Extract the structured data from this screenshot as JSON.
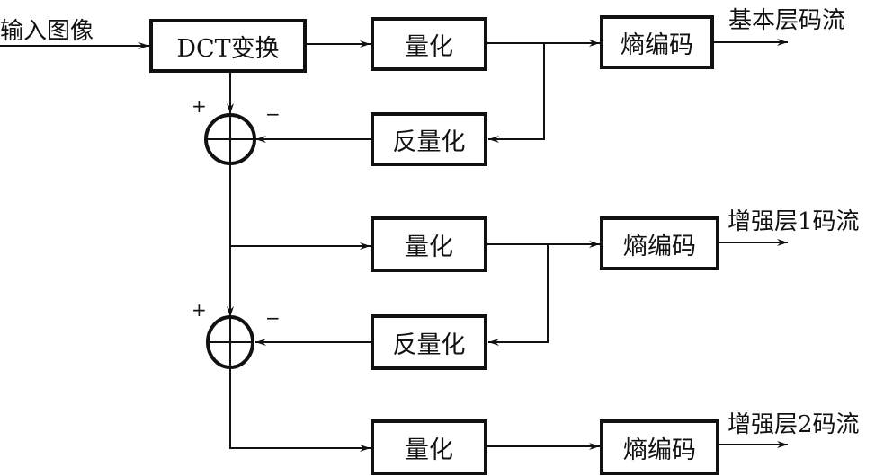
{
  "diagram": {
    "input_label": "输入图像",
    "blocks": {
      "dct": "DCT变换",
      "quant1": "量化",
      "entropy1": "熵编码",
      "dequant1": "反量化",
      "quant2": "量化",
      "entropy2": "熵编码",
      "dequant2": "反量化",
      "quant3": "量化",
      "entropy3": "熵编码"
    },
    "outputs": {
      "base": "基本层码流",
      "enh1": "增强层1码流",
      "enh2": "增强层2码流"
    },
    "signs": {
      "plus": "+",
      "minus": "−"
    },
    "edges": [
      [
        "input",
        "dct"
      ],
      [
        "dct",
        "quant1"
      ],
      [
        "quant1",
        "entropy1"
      ],
      [
        "entropy1",
        "base"
      ],
      [
        "quant1",
        "dequant1"
      ],
      [
        "dct",
        "sum1(+)"
      ],
      [
        "dequant1",
        "sum1(-)"
      ],
      [
        "sum1",
        "quant2"
      ],
      [
        "quant2",
        "entropy2"
      ],
      [
        "entropy2",
        "enh1"
      ],
      [
        "quant2",
        "dequant2"
      ],
      [
        "sum1",
        "sum2(+)"
      ],
      [
        "dequant2",
        "sum2(-)"
      ],
      [
        "sum2",
        "quant3"
      ],
      [
        "quant3",
        "entropy3"
      ],
      [
        "entropy3",
        "enh2"
      ]
    ]
  }
}
